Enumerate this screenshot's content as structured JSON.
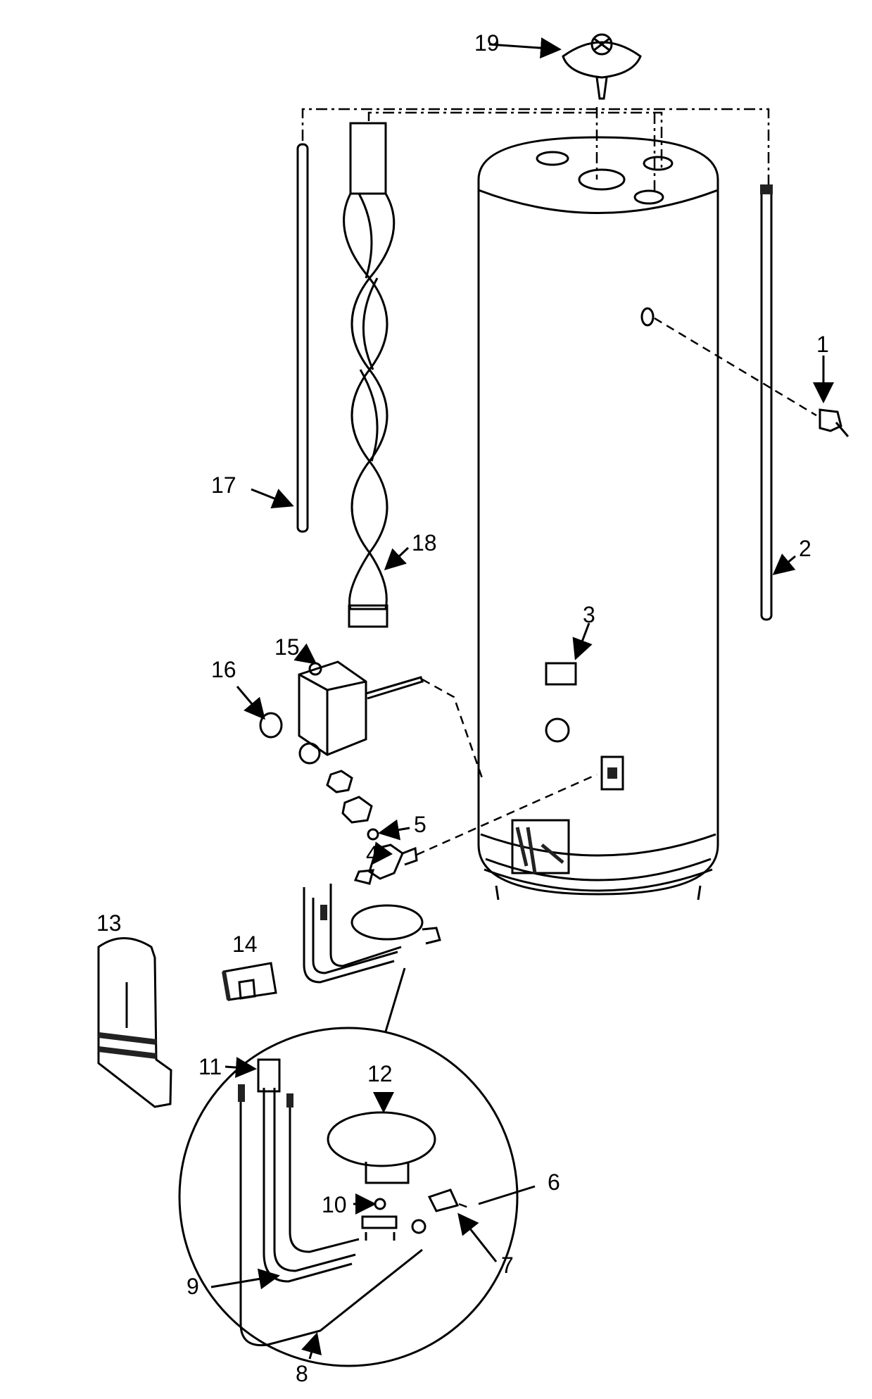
{
  "callouts": {
    "p1": "1",
    "p2": "2",
    "p3": "3",
    "p4": "4",
    "p5": "5",
    "p6": "6",
    "p7": "7",
    "p8": "8",
    "p9": "9",
    "p10": "10",
    "p11": "11",
    "p12": "12",
    "p13": "13",
    "p14": "14",
    "p15": "15",
    "p16": "16",
    "p17": "17",
    "p18": "18",
    "p19": "19"
  },
  "colors": {
    "line": "#000000",
    "background": "#ffffff",
    "shade": "#1a1a1a"
  }
}
